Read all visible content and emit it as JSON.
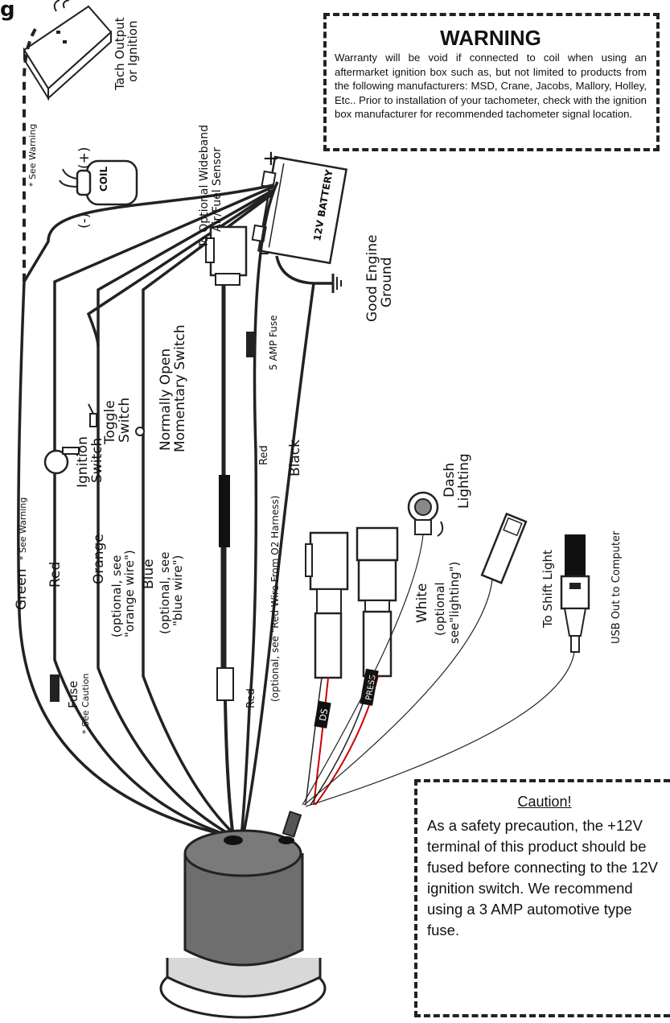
{
  "header_fragment": "g",
  "warning": {
    "title": "WARNING",
    "text": "Warranty will be void if connected to coil when using an aftermarket ignition box such as, but not limited to products from the following manufacturers: MSD, Crane, Jacobs, Mallory, Holley, Etc.. Prior to installation of your tachometer, check with the ignition box manufacturer for recommended tachometer signal location."
  },
  "caution": {
    "title": "Caution!",
    "text": "As a safety precaution, the +12V terminal of this product should be fused before connecting to the 12V ignition switch. We recommend using a 3 AMP automotive type fuse."
  },
  "labels": {
    "tach_output_1": "Tach Output",
    "tach_output_2": "or Ignition",
    "see_warning": "* See Warning",
    "coil_minus": "(-)",
    "coil_plus": "(+)",
    "coil": "COIL",
    "battery": "12V BATTERY",
    "battery_plus": "+",
    "battery_minus": "–",
    "ground_1": "Good Engine",
    "ground_2": "Ground",
    "fuse_5amp": "5 AMP Fuse",
    "wideband_1": "To Optional Wideband",
    "wideband_2": "Air/Fuel Sensor",
    "momentary_1": "Normally Open",
    "momentary_2": "Momentary Switch",
    "toggle_1": "Toggle",
    "toggle_2": "Switch",
    "ignition_1": "Ignition",
    "ignition_2": "Switch",
    "red_top": "Red",
    "black": "Black",
    "red_o2": "(optional, see \"Red Wire From O2 Harness)",
    "red_bottom": "Red",
    "green": "Green",
    "green_warning": "* See Warning",
    "red_wire": "Red",
    "fuse": "Fuse",
    "see_caution": "* See Caution",
    "orange": "Orange",
    "orange_opt_1": "(optional, see",
    "orange_opt_2": "\"orange wire\")",
    "blue": "Blue",
    "blue_opt_1": "(optional, see",
    "blue_opt_2": "\"blue wire\")",
    "white": "White",
    "white_opt_1": "(optional",
    "white_opt_2": "see\"lighting\")",
    "dash_1": "Dash",
    "dash_2": "Lighting",
    "shift_light": "To Shift Light",
    "usb": "USB Out to Computer",
    "ds_tag": "DS",
    "press_tag": "PRESS"
  }
}
